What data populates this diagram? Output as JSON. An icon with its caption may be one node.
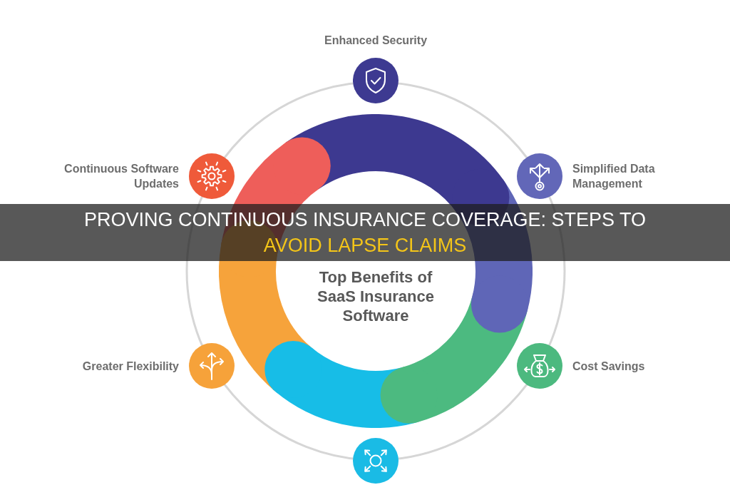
{
  "diagram": {
    "title": "PROVING CONTINUOUS INSURANCE COVERAGE: STEPS TO AVOID LAPSE CLAIMS",
    "nodes": [
      {
        "text": [
          "Enhanced Security"
        ]
      },
      {
        "text": [
          "Continuous Software Updates"
        ]
      },
      {
        "text": [
          "Simplified Data Management"
        ]
      },
      {
        "text": [
          "Top Benefits of SaaS Insurance Software"
        ]
      },
      {
        "text": [
          "Greater Flexibility"
        ]
      },
      {
        "text": [
          "Cost Savings"
        ]
      },
      {
        "text": [],
        "shape": "circle"
      }
    ]
  }
}
